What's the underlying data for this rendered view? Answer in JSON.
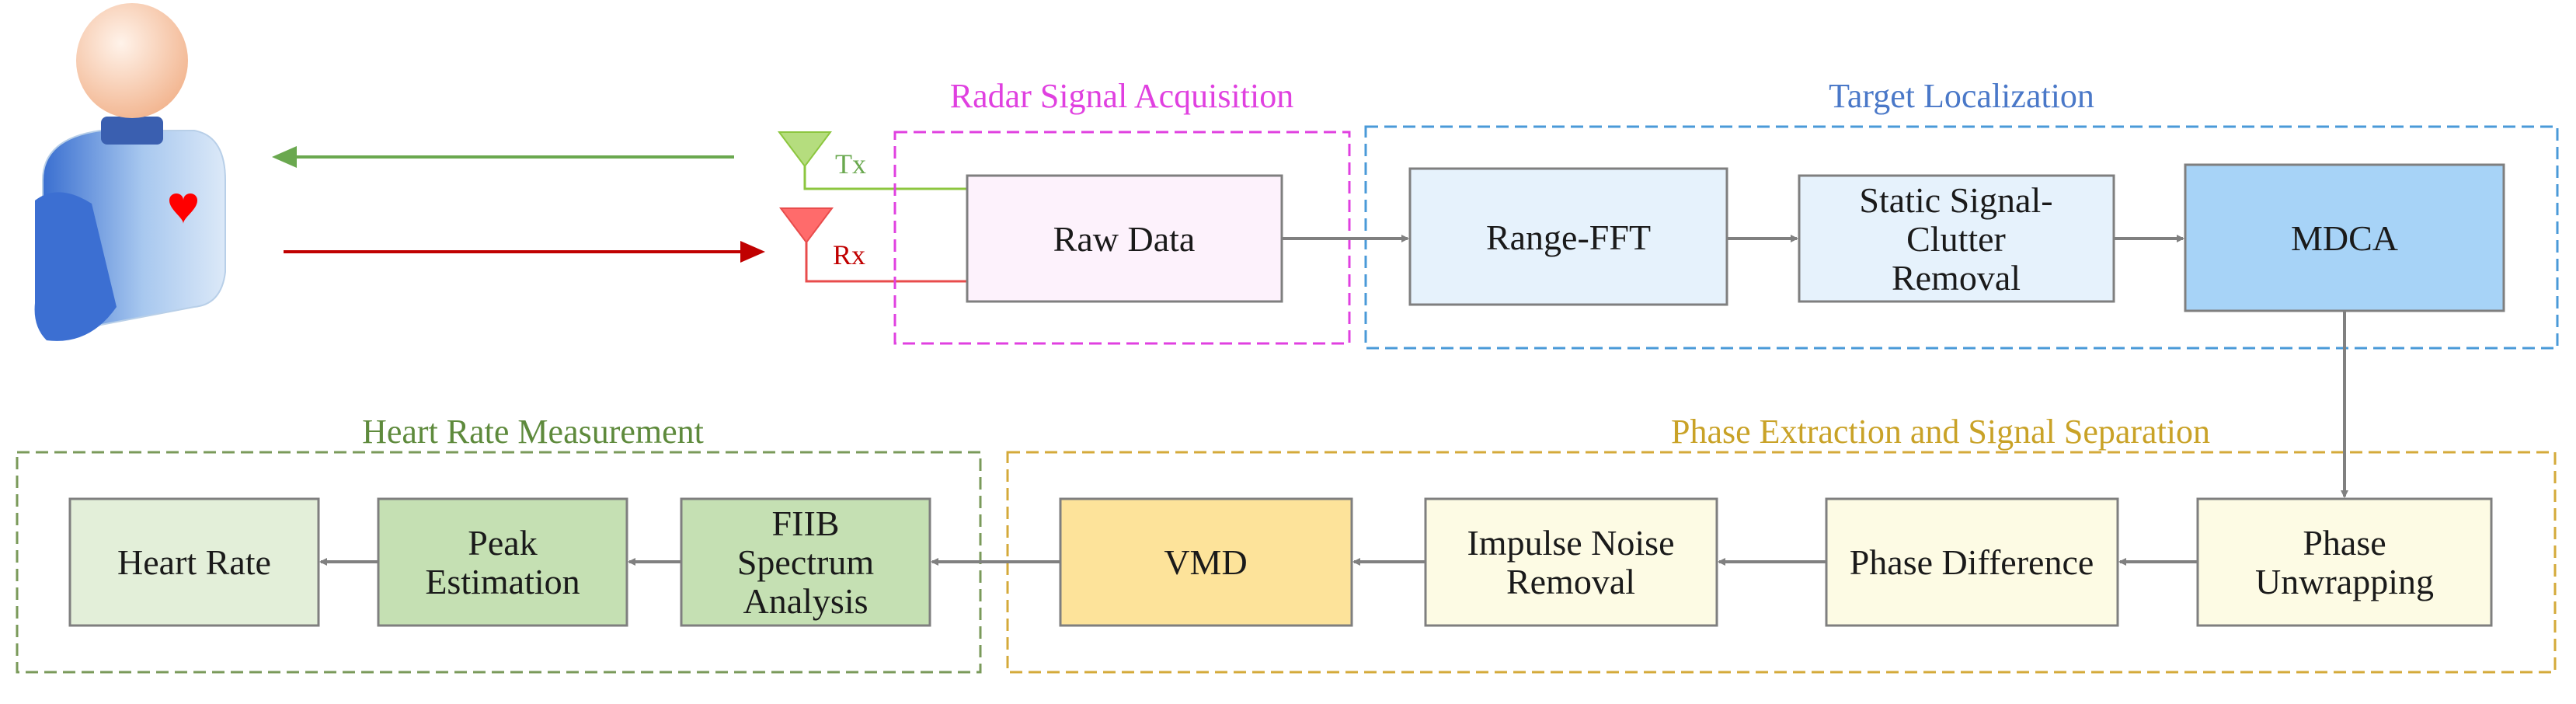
{
  "groups": {
    "acquisition": {
      "title": "Radar Signal Acquisition",
      "color": "#e040e0"
    },
    "localization": {
      "title": "Target Localization",
      "color": "#4a78c8"
    },
    "phase": {
      "title": "Phase Extraction and Signal Separation",
      "color": "#c9a227"
    },
    "heart": {
      "title": "Heart Rate Measurement",
      "color": "#5e8a3c"
    }
  },
  "antennas": {
    "tx": "Tx",
    "rx": "Rx",
    "tx_color": "#8cc63f",
    "rx_color": "#e84c4c"
  },
  "blocks": {
    "raw_data": [
      "Raw Data"
    ],
    "range_fft": [
      "Range-FFT"
    ],
    "clutter_removal": [
      "Static Signal-",
      "Clutter",
      "Removal"
    ],
    "mdca": [
      "MDCA"
    ],
    "phase_unwrapping": [
      "Phase",
      "Unwrapping"
    ],
    "phase_difference": [
      "Phase Difference"
    ],
    "impulse_noise": [
      "Impulse Noise",
      "Removal"
    ],
    "vmd": [
      "VMD"
    ],
    "fiib": [
      "FIIB",
      "Spectrum",
      "Analysis"
    ],
    "peak": [
      "Peak",
      "Estimation"
    ],
    "heart_rate": [
      "Heart Rate"
    ]
  },
  "colors": {
    "arrow_gray": "#808080",
    "tx_arrow": "#6aa84f",
    "rx_arrow": "#c00000",
    "heart": "#ff0000"
  }
}
